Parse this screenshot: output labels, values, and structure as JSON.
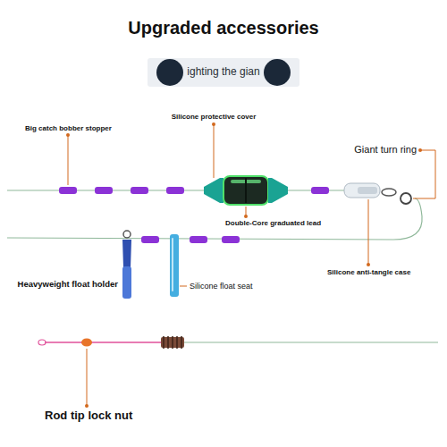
{
  "diagram": {
    "title": "Upgraded accessories",
    "nodes": [
      {
        "text": [
          "ighting the gian"
        ]
      }
    ],
    "labels": [
      "Big catch bobber stopper",
      "Silicone protective cover",
      "Giant turn ring",
      "Double-Core graduated lead",
      "Silicone anti-tangle case",
      "Heavyweight float holder",
      "Silicone float seat",
      "Rod tip lock nut"
    ]
  }
}
